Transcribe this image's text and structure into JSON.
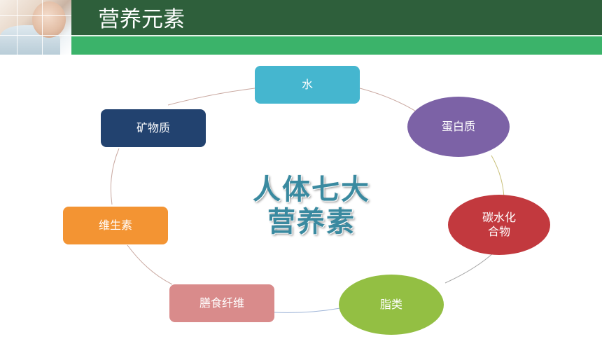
{
  "slide": {
    "title": "营养元素"
  },
  "diagram": {
    "center_lines": [
      "人体七大",
      "营养素"
    ],
    "nodes": [
      {
        "label": "水",
        "color": "#45b6cf"
      },
      {
        "label": "蛋白质",
        "color": "#7c62a6"
      },
      {
        "label": "碳水化合物",
        "line1": "碳水化",
        "line2": "合物",
        "color": "#c2393e"
      },
      {
        "label": "脂类",
        "color": "#93bf43"
      },
      {
        "label": "膳食纤维",
        "color": "#d98b8b"
      },
      {
        "label": "维生素",
        "color": "#f39433"
      },
      {
        "label": "矿物质",
        "color": "#22426f"
      }
    ]
  }
}
